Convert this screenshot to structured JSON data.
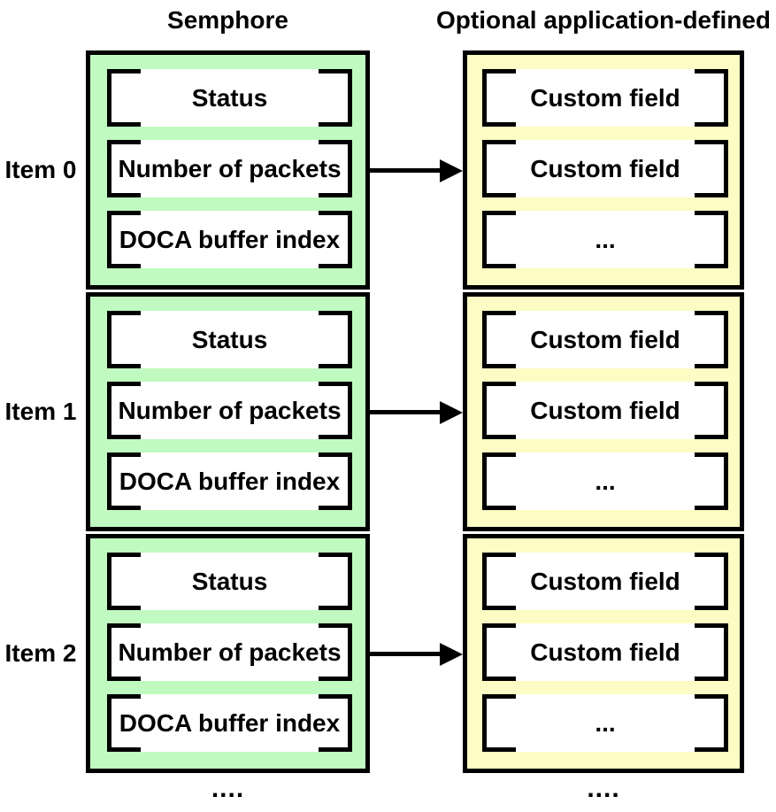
{
  "columns": {
    "left": {
      "title": "Semphore"
    },
    "right": {
      "title": "Optional application-defined"
    }
  },
  "items": [
    {
      "label": "Item 0",
      "semaphore_fields": [
        "Status",
        "Number of packets",
        "DOCA buffer index"
      ],
      "custom_fields": [
        "Custom field",
        "Custom field",
        "..."
      ]
    },
    {
      "label": "Item 1",
      "semaphore_fields": [
        "Status",
        "Number of packets",
        "DOCA buffer index"
      ],
      "custom_fields": [
        "Custom field",
        "Custom field",
        "..."
      ]
    },
    {
      "label": "Item 2",
      "semaphore_fields": [
        "Status",
        "Number of packets",
        "DOCA buffer index"
      ],
      "custom_fields": [
        "Custom field",
        "Custom field",
        "..."
      ]
    }
  ],
  "footer": {
    "left_ellipsis": "....",
    "right_ellipsis": "...."
  },
  "colors": {
    "semaphore_fill": "#c0fac0",
    "custom_fill": "#fcfcc4",
    "line": "#000000"
  }
}
